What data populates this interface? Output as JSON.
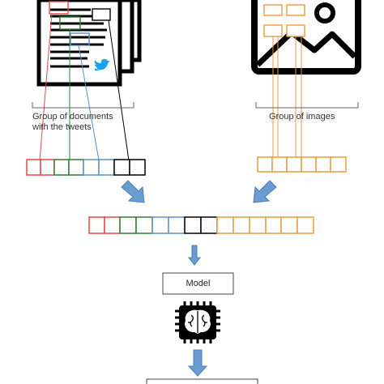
{
  "labels": {
    "documents_line1": "Group of  documents",
    "documents_line2": "with the tweets",
    "images": "Group of  images",
    "model": "Model"
  },
  "colors": {
    "red": "#e8464b",
    "green": "#2e7d32",
    "blue": "#5b8fc9",
    "black": "#000000",
    "orange": "#ee9a3f",
    "arrow": "#6a9bd1",
    "twitter": "#1da1f2"
  },
  "icons": [
    "document-stack-icon",
    "image-icon",
    "twitter-bird-icon",
    "ai-chip-icon"
  ]
}
